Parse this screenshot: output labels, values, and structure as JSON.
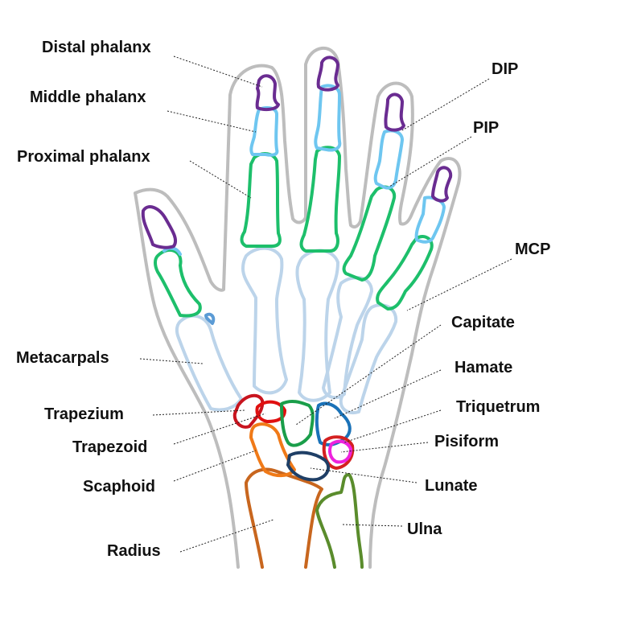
{
  "labels": {
    "distal_phalanx": "Distal phalanx",
    "middle_phalanx": "Middle phalanx",
    "proximal_phalanx": "Proximal phalanx",
    "dip": "DIP",
    "pip": "PIP",
    "mcp": "MCP",
    "metacarpals": "Metacarpals",
    "capitate": "Capitate",
    "hamate": "Hamate",
    "trapezium": "Trapezium",
    "triquetrum": "Triquetrum",
    "trapezoid": "Trapezoid",
    "pisiform": "Pisiform",
    "scaphoid": "Scaphoid",
    "lunate": "Lunate",
    "radius": "Radius",
    "ulna": "Ulna"
  },
  "colors": {
    "skin_outline": "#bdbdbd",
    "distal_phalanx": "#6a2c91",
    "middle_phalanx": "#6ec6f0",
    "proximal_phalanx": "#1dbf6b",
    "metacarpal": "#bcd4ea",
    "trapezium": "#c8141e",
    "trapezoid": "#e01010",
    "capitate": "#1a9e4a",
    "hamate": "#1a72b8",
    "triquetrum": "#d42020",
    "pisiform": "#ee22dd",
    "scaphoid": "#f07a18",
    "lunate": "#1f3f66",
    "radius": "#c8661e",
    "ulna": "#5a8c2c",
    "sesamoid": "#5b9bd5"
  }
}
